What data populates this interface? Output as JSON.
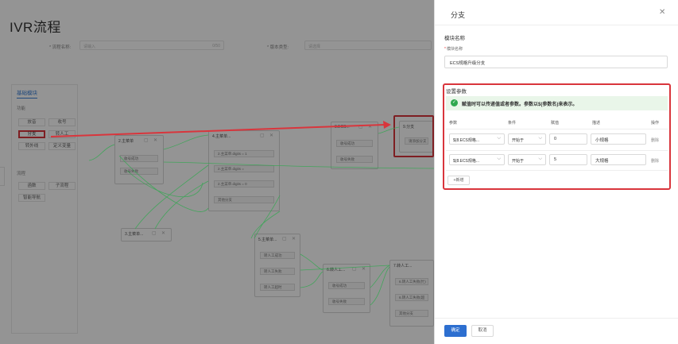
{
  "page": {
    "title": "IVR流程",
    "form": {
      "flow_name_label": "* 流程名称:",
      "flow_name_placeholder": "请输入",
      "flow_name_counter": "0/50",
      "version_type_label": "* 版本类型:",
      "version_type_placeholder": "请选择"
    }
  },
  "sidebar": {
    "tab": "基础模块",
    "func_section": "功能",
    "func_items": [
      "放音",
      "收号",
      "分支",
      "转人工",
      "转外线",
      "定义变量"
    ],
    "flow_section": "流程",
    "flow_items": [
      "函数",
      "子流程",
      "智能导航"
    ]
  },
  "nodes": {
    "menu2": {
      "title": "2.主菜单",
      "outputs": [
        "收号成功",
        "收号失败"
      ]
    },
    "menu4": {
      "title": "4.主菜单...",
      "outputs": [
        "2.主菜单.digits = 1",
        "2.主菜单.digits =",
        "2.主菜单.digits = 0",
        "其他分支"
      ]
    },
    "node3": {
      "title": "3.主菜单...",
      "outputs": []
    },
    "node5": {
      "title": "5.主菜单...",
      "outputs": [
        "转人工成功",
        "转人工失败",
        "转人工超时"
      ]
    },
    "node6": {
      "title": "6.转人工...",
      "outputs": [
        "收号成功",
        "收号失败"
      ]
    },
    "node7": {
      "title": "7.转人工...",
      "outputs": [
        "6.转人工失败(忙)",
        "6.转人工失败(超",
        "其他分支"
      ]
    },
    "node8": {
      "title": "8.ECS...",
      "outputs": [
        "收号成功",
        "收号失败"
      ]
    },
    "node9": {
      "title": "9.分支",
      "outputs": [
        "请添加分支"
      ]
    }
  },
  "drawer": {
    "title": "分支",
    "module_name_section": "模块名称",
    "module_name_label": "模块名称",
    "module_name_value": "ECS规格升级分支",
    "params_section": "设置参数",
    "alert": "赋值时可以传递值或者参数。参数以$(参数名)来表示。",
    "columns": [
      "参数",
      "条件",
      "赋值",
      "描述",
      "操作"
    ],
    "rows": [
      {
        "param": "$(8.ECS规格...",
        "condition": "开始于",
        "value": "0",
        "desc": "小规格",
        "action": "删除"
      },
      {
        "param": "$(8.ECS规格...",
        "condition": "开始于",
        "value": "5",
        "desc": "大规格",
        "action": "删除"
      }
    ],
    "add_label": "+新增",
    "confirm_label": "确定",
    "cancel_label": "取消"
  },
  "colors": {
    "highlight": "#d9353c",
    "primary": "#2d6fd0",
    "success": "#2fa84f",
    "edge": "#3aa655"
  },
  "icons": [
    "close-icon",
    "check-circle-icon",
    "chevron-down-icon",
    "edit-icon"
  ]
}
